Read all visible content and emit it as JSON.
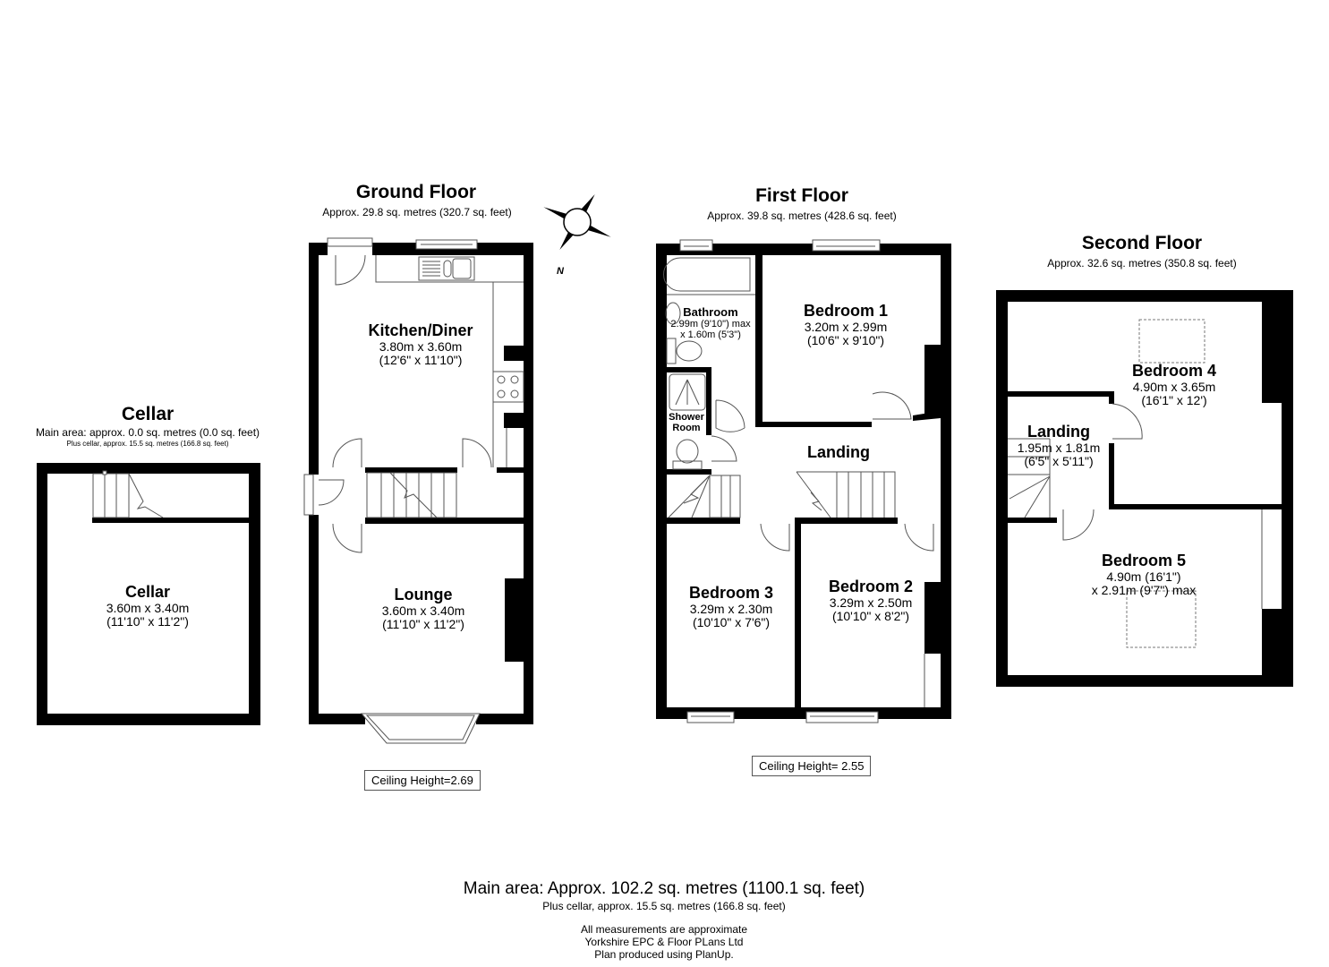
{
  "floors": {
    "cellar": {
      "title": "Cellar",
      "subtitle": "Main area: approx. 0.0 sq. metres (0.0 sq. feet)",
      "subtitle_small": "Plus cellar, approx. 15.5 sq. metres (166.8 sq. feet)",
      "rooms": [
        {
          "name": "Cellar",
          "dim_metric": "3.60m x 3.40m",
          "dim_imperial": "(11'10\" x 11'2\")"
        }
      ]
    },
    "ground": {
      "title": "Ground Floor",
      "subtitle": "Approx. 29.8 sq. metres (320.7 sq. feet)",
      "ceiling_height": "Ceiling Height=2.69",
      "rooms": [
        {
          "name": "Kitchen/Diner",
          "dim_metric": "3.80m x 3.60m",
          "dim_imperial": "(12'6\" x 11'10\")"
        },
        {
          "name": "Lounge",
          "dim_metric": "3.60m x 3.40m",
          "dim_imperial": "(11'10\" x 11'2\")"
        }
      ]
    },
    "first": {
      "title": "First Floor",
      "subtitle": "Approx. 39.8 sq. metres (428.6 sq. feet)",
      "ceiling_height": "Ceiling Height= 2.55",
      "rooms": [
        {
          "name": "Bathroom",
          "dim_metric": "2.99m (9'10\") max",
          "dim_imperial": "x 1.60m (5'3\")"
        },
        {
          "name": "Bedroom 1",
          "dim_metric": "3.20m x 2.99m",
          "dim_imperial": "(10'6\" x 9'10\")"
        },
        {
          "name": "Shower Room",
          "line1": "Shower",
          "line2": "Room"
        },
        {
          "name": "Landing"
        },
        {
          "name": "Bedroom 3",
          "dim_metric": "3.29m x 2.30m",
          "dim_imperial": "(10'10\" x 7'6\")"
        },
        {
          "name": "Bedroom 2",
          "dim_metric": "3.29m x 2.50m",
          "dim_imperial": "(10'10\" x 8'2\")"
        }
      ]
    },
    "second": {
      "title": "Second Floor",
      "subtitle": "Approx. 32.6 sq. metres (350.8 sq. feet)",
      "rooms": [
        {
          "name": "Bedroom 4",
          "dim_metric": "4.90m x 3.65m",
          "dim_imperial": "(16'1\" x 12')"
        },
        {
          "name": "Landing",
          "dim_metric": "1.95m x 1.81m",
          "dim_imperial": "(6'5\" x 5'11\")"
        },
        {
          "name": "Bedroom 5",
          "dim_metric": "4.90m (16'1\")",
          "dim_imperial": "x 2.91m (9'7\") max"
        }
      ]
    }
  },
  "compass": {
    "icon": "compass-rose-icon",
    "north_label": "N"
  },
  "footer": {
    "main_area": "Main area: Approx. 102.2 sq. metres (1100.1 sq. feet)",
    "cellar_area": "Plus cellar, approx. 15.5 sq. metres (166.8 sq. feet)",
    "notes": [
      "All measurements are approximate",
      "Yorkshire EPC & Floor PLans  Ltd",
      "Plan produced using PlanUp."
    ]
  },
  "colors": {
    "wall": "#000000",
    "background": "#ffffff",
    "fixture_line": "#555555"
  }
}
